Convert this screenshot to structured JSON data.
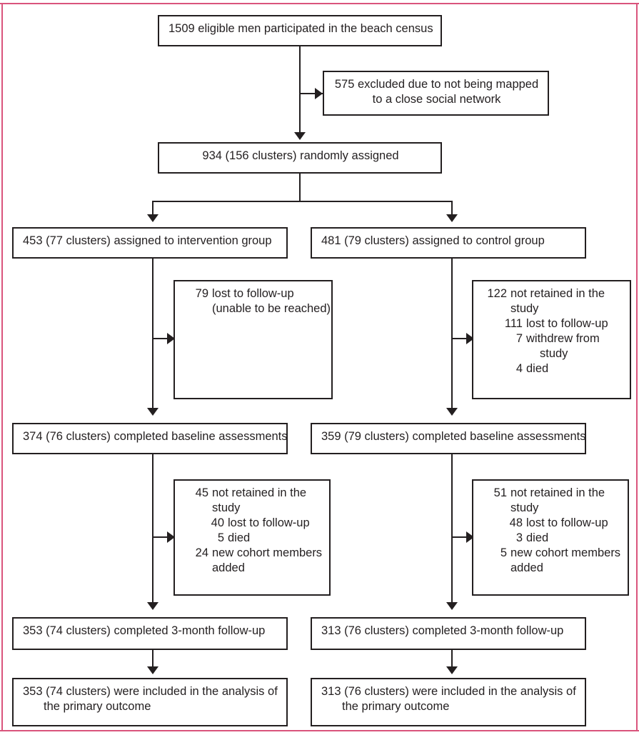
{
  "figure": {
    "type": "flowchart",
    "kind": "CONSORT trial profile",
    "frame_color": "#d9547c",
    "line_color": "#231f20",
    "background": "#ffffff"
  },
  "nodes": {
    "enrollment": {
      "id": "enrollment",
      "text": "1509 eligible men participated in the beach census",
      "count": 1509
    },
    "excluded": {
      "id": "excluded",
      "line1": "575 excluded due to not being mapped",
      "line2": "to a close social network",
      "count": 575
    },
    "randomized": {
      "id": "randomized",
      "text": "934 (156 clusters) randomly assigned",
      "count": 934,
      "clusters": 156
    },
    "intervention_assigned": {
      "id": "intervention-assigned",
      "text": "453 (77 clusters) assigned to intervention group",
      "count": 453,
      "clusters": 77
    },
    "control_assigned": {
      "id": "control-assigned",
      "text": "481 (79 clusters) assigned to control group",
      "count": 481,
      "clusters": 79
    },
    "intervention_loss1": {
      "id": "intervention-loss-1",
      "rows": [
        {
          "num": "79",
          "label": "lost to follow-up",
          "level": 0
        },
        {
          "num": "",
          "label": "(unable to be reached)",
          "level": 0,
          "continuation": 0
        }
      ]
    },
    "control_loss1": {
      "id": "control-loss-1",
      "rows": [
        {
          "num": "122",
          "label": "not retained in the",
          "level": 0
        },
        {
          "num": "",
          "label": "study",
          "level": 0,
          "continuation": 0
        },
        {
          "num": "111",
          "label": "lost to follow-up",
          "level": 1
        },
        {
          "num": "7",
          "label": "withdrew from",
          "level": 1
        },
        {
          "num": "",
          "label": "study",
          "level": 1,
          "continuation": 1
        },
        {
          "num": "4",
          "label": "died",
          "level": 1
        }
      ]
    },
    "intervention_baseline": {
      "id": "intervention-baseline",
      "text": "374 (76 clusters) completed baseline assessments",
      "count": 374,
      "clusters": 76
    },
    "control_baseline": {
      "id": "control-baseline",
      "text": "359 (79 clusters) completed baseline assessments",
      "count": 359,
      "clusters": 79
    },
    "intervention_loss2": {
      "id": "intervention-loss-2",
      "rows": [
        {
          "num": "45",
          "label": "not retained in the",
          "level": 0
        },
        {
          "num": "",
          "label": "study",
          "level": 0,
          "continuation": 0
        },
        {
          "num": "40",
          "label": "lost to follow-up",
          "level": 1
        },
        {
          "num": "5",
          "label": "died",
          "level": 1
        },
        {
          "num": "24",
          "label": "new cohort members",
          "level": 0
        },
        {
          "num": "",
          "label": "added",
          "level": 0,
          "continuation": 0
        }
      ]
    },
    "control_loss2": {
      "id": "control-loss-2",
      "rows": [
        {
          "num": "51",
          "label": "not retained in the",
          "level": 0
        },
        {
          "num": "",
          "label": "study",
          "level": 0,
          "continuation": 0
        },
        {
          "num": "48",
          "label": "lost to follow-up",
          "level": 1
        },
        {
          "num": "3",
          "label": "died",
          "level": 1
        },
        {
          "num": "5",
          "label": "new cohort members",
          "level": 0
        },
        {
          "num": "",
          "label": "added",
          "level": 0,
          "continuation": 0
        }
      ]
    },
    "intervention_followup": {
      "id": "intervention-followup",
      "text": "353 (74 clusters) completed 3-month follow-up",
      "count": 353,
      "clusters": 74
    },
    "control_followup": {
      "id": "control-followup",
      "text": "313 (76 clusters) completed 3-month follow-up",
      "count": 313,
      "clusters": 76
    },
    "intervention_analysis": {
      "id": "intervention-analysis",
      "line1": "353 (74 clusters) were included in the analysis of",
      "line2": "the primary outcome",
      "count": 353,
      "clusters": 74
    },
    "control_analysis": {
      "id": "control-analysis",
      "line1": "313 (76 clusters) were included in the analysis of",
      "line2": "the primary outcome",
      "count": 313,
      "clusters": 76
    }
  }
}
